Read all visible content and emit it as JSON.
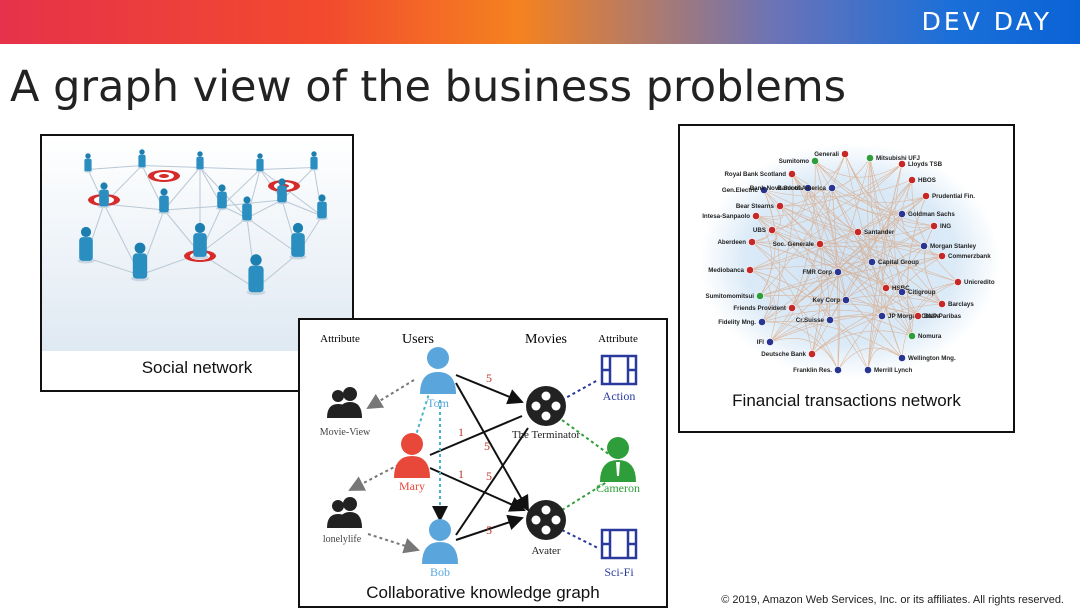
{
  "header": {
    "brand": "DEV DAY"
  },
  "slide": {
    "title": "A graph view of the business problems"
  },
  "panels": {
    "social": {
      "caption": "Social network"
    },
    "knowledge": {
      "caption": "Collaborative knowledge graph",
      "col_attribute_left": "Attribute",
      "col_users": "Users",
      "col_movies": "Movies",
      "col_attribute_right": "Attribute",
      "nodes": {
        "tom": "Tom",
        "mary": "Mary",
        "bob": "Bob",
        "movie_view": "Movie-View",
        "lonelylife": "lonelylife",
        "terminator": "The Terminator",
        "avater": "Avater",
        "action": "Action",
        "cameron": "Cameron",
        "scifi": "Sci-Fi"
      },
      "ratings": [
        "5",
        "1",
        "5",
        "1",
        "5",
        "5"
      ]
    },
    "financial": {
      "caption": "Financial transactions network",
      "nodes": [
        "Sumitomo",
        "Generali",
        "Mitsubishi UFJ",
        "Royal Bank Scotland",
        "Lloyds TSB",
        "HBOS",
        "Gen.Electric",
        "Bank Nova Scotia",
        "Bank of America",
        "Prudential Fin.",
        "Bear Stearns",
        "Goldman Sachs",
        "Intesa-Sanpaolo",
        "UBS",
        "ING",
        "Aberdeen",
        "Soc. Generale",
        "Santander",
        "Morgan Stanley",
        "Commerzbank",
        "Capital Group",
        "Mediobanca",
        "FMR Corp",
        "Unicredito",
        "Sumitomomitsui",
        "HSBC",
        "Citigroup",
        "Friends Provident",
        "Key Corp",
        "Barclays",
        "Fidelity Mng.",
        "Cr.Suisse",
        "JP Morgan Chase",
        "BNP Paribas",
        "Nomura",
        "IFI",
        "Deutsche Bank",
        "Wellington Mng.",
        "Franklin Res.",
        "Merrill Lynch"
      ],
      "colors": {
        "red": "#c62828",
        "blue": "#283593",
        "green": "#2e9e3a"
      }
    }
  },
  "footer": {
    "copyright": "© 2019, Amazon Web Services, Inc. or its affiliates. All rights reserved."
  }
}
